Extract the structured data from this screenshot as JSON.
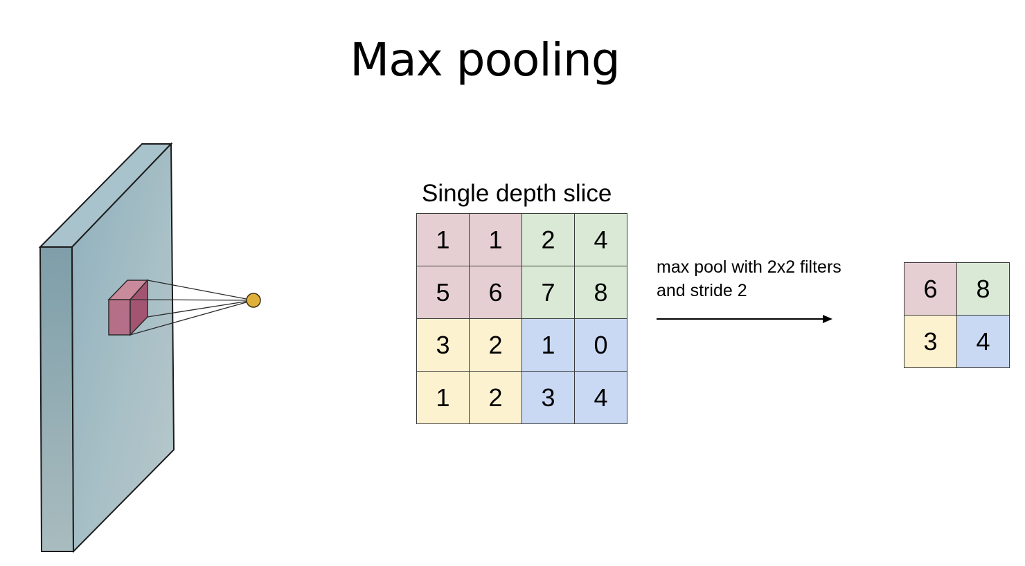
{
  "title": "Max pooling",
  "slice_caption": "Single depth slice",
  "operation": {
    "line1": "max pool with 2x2 filters",
    "line2": "and stride 2"
  },
  "colors": {
    "red": "#e6cfd3",
    "green": "#d9e9d5",
    "yellow": "#fdf2d0",
    "blue": "#c9d9f3",
    "volume": "#9bb9c3",
    "neuron": "#e0b13a",
    "receptive_field": "#b8627c"
  },
  "input_grid": [
    [
      {
        "v": "1",
        "c": "red"
      },
      {
        "v": "1",
        "c": "red"
      },
      {
        "v": "2",
        "c": "green"
      },
      {
        "v": "4",
        "c": "green"
      }
    ],
    [
      {
        "v": "5",
        "c": "red"
      },
      {
        "v": "6",
        "c": "red"
      },
      {
        "v": "7",
        "c": "green"
      },
      {
        "v": "8",
        "c": "green"
      }
    ],
    [
      {
        "v": "3",
        "c": "yellow"
      },
      {
        "v": "2",
        "c": "yellow"
      },
      {
        "v": "1",
        "c": "blue"
      },
      {
        "v": "0",
        "c": "blue"
      }
    ],
    [
      {
        "v": "1",
        "c": "yellow"
      },
      {
        "v": "2",
        "c": "yellow"
      },
      {
        "v": "3",
        "c": "blue"
      },
      {
        "v": "4",
        "c": "blue"
      }
    ]
  ],
  "output_grid": [
    [
      {
        "v": "6",
        "c": "red"
      },
      {
        "v": "8",
        "c": "green"
      }
    ],
    [
      {
        "v": "3",
        "c": "yellow"
      },
      {
        "v": "4",
        "c": "blue"
      }
    ]
  ],
  "icons": {
    "volume": "input-volume-icon",
    "neuron": "neuron-icon",
    "arrow": "arrow-right-icon"
  }
}
